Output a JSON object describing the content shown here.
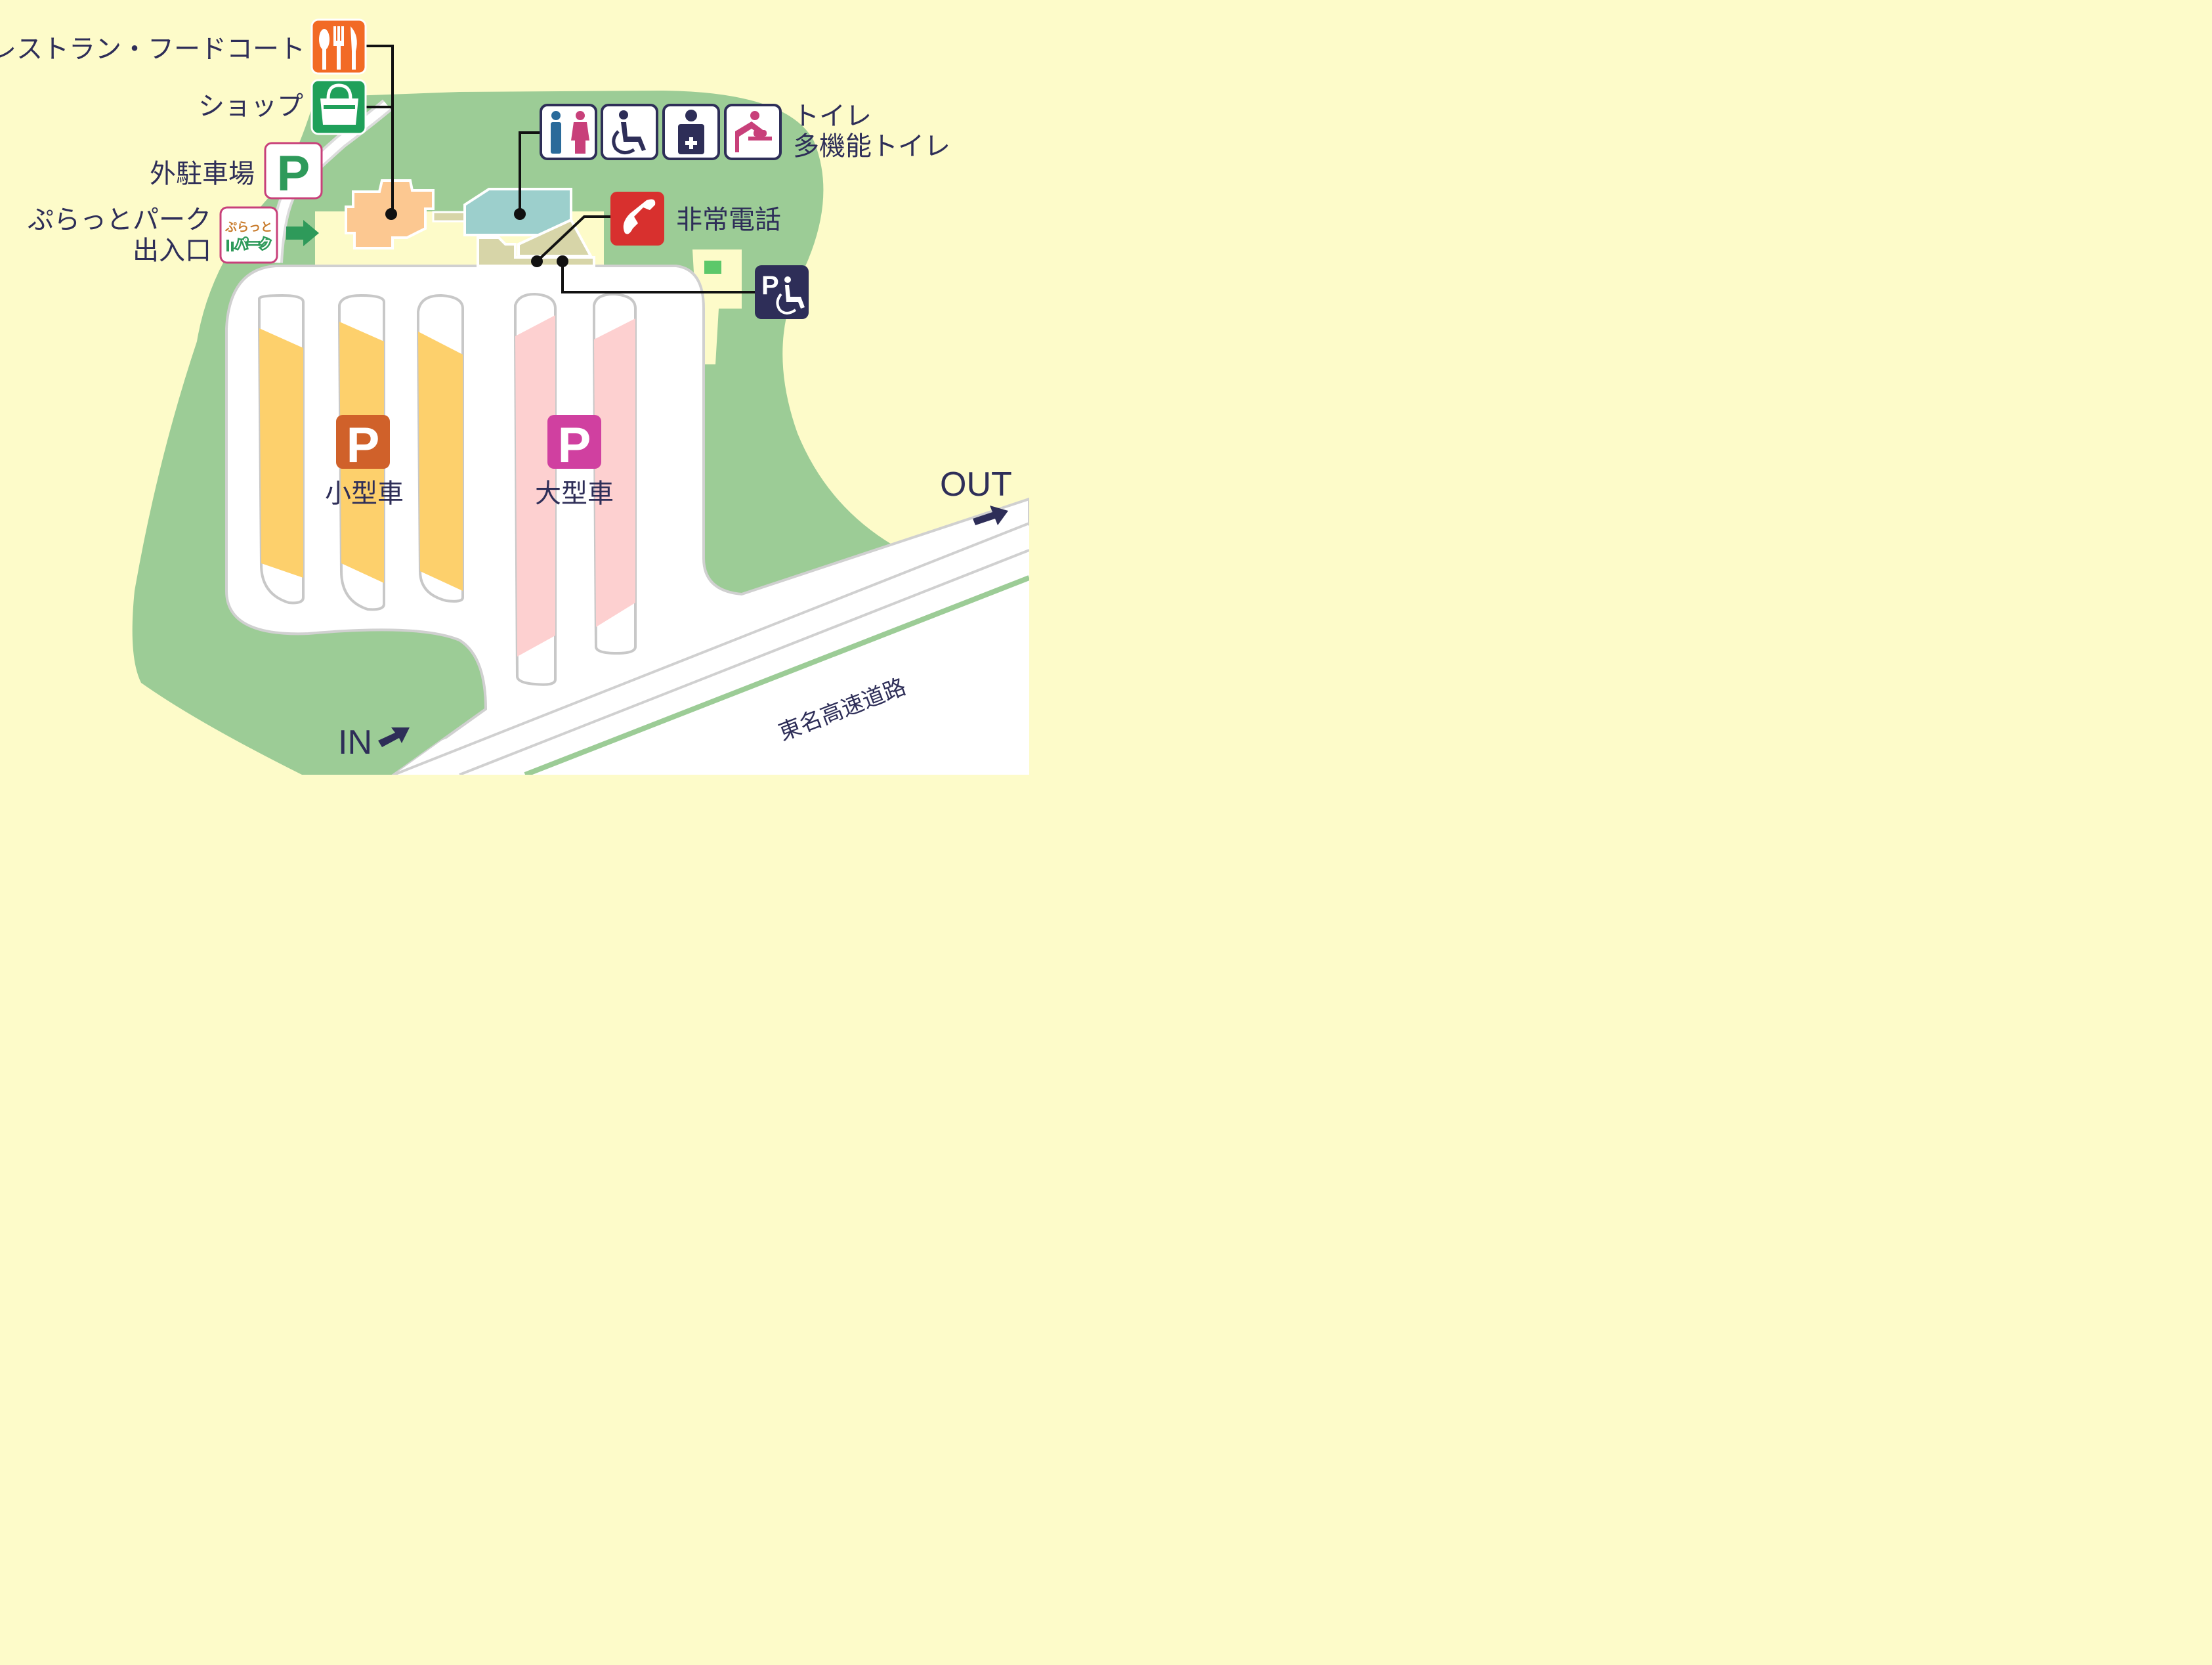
{
  "colors": {
    "background": "#fdfbc9",
    "grass": "#9ccc96",
    "pavement": "#ffffff",
    "small_car_stalls": "#fdd06c",
    "large_car_stalls": "#fdd0d0",
    "restaurant_building": "#fcc891",
    "toilet_building": "#9ccfcc",
    "annex_building": "#d7d5a8",
    "road_stripe": "#9ccc96",
    "label_text": "#2e2e58",
    "restaurant_icon": "#f26a25",
    "shop_icon": "#1fa05a",
    "small_car_p": "#d0612a",
    "large_car_p": "#d040a0",
    "emergency_phone": "#d8302e",
    "icon_navy": "#2e2e58"
  },
  "facilities": {
    "restaurant_label": "レストラン・フードコート",
    "shop_label": "ショップ",
    "outer_parking_label": "外駐車場",
    "plat_park_label_line1": "ぷらっとパーク",
    "plat_park_label_line2": "出入口",
    "plat_park_logo_line1": "ぷらっと",
    "plat_park_logo_line2": "パーク",
    "toilet_label_line1": "トイレ",
    "toilet_label_line2": "多機能トイレ",
    "emergency_phone_label": "非常電話"
  },
  "icons": {
    "restaurant": "fork-knife-spoon-icon",
    "shop": "shopping-bag-icon",
    "outer_parking": "parking-p-icon",
    "plat_park": "plat-park-logo-icon",
    "toilet": "restroom-men-women-icon",
    "wheelchair": "wheelchair-icon",
    "ostomate": "ostomate-icon",
    "baby_changing": "baby-changing-icon",
    "emergency_phone": "telephone-icon",
    "accessible_parking": "accessible-parking-icon"
  },
  "parking": {
    "p_letter": "P",
    "small_car_label": "小型車",
    "large_car_label": "大型車"
  },
  "roads": {
    "expressway_label": "東名高速道路",
    "in_label": "IN",
    "out_label": "OUT"
  }
}
